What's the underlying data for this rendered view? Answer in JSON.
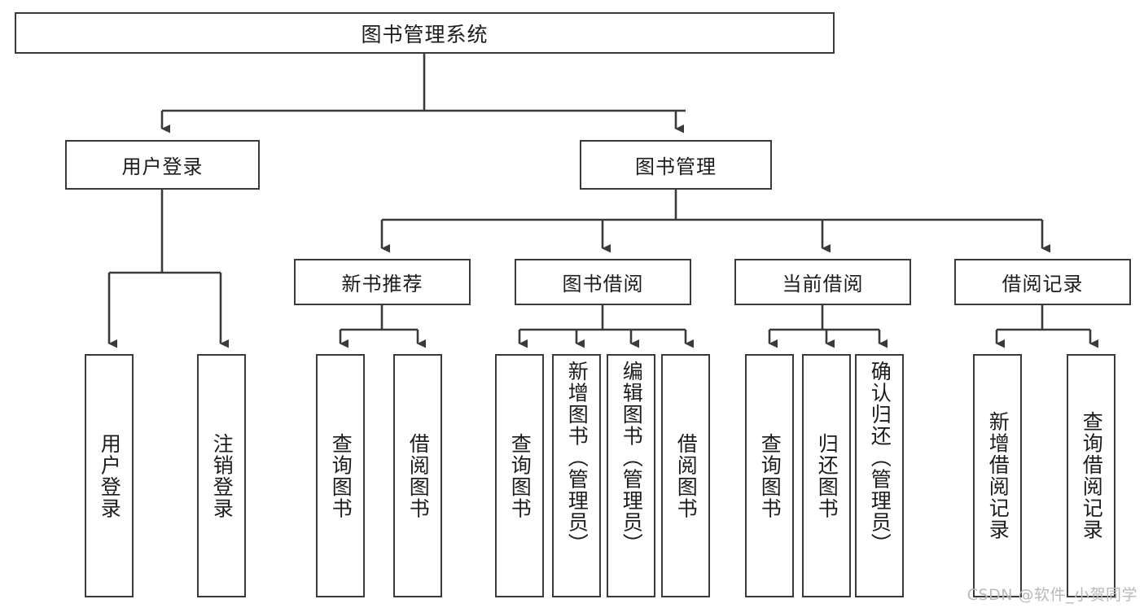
{
  "diagram": {
    "title": "图书管理系统",
    "type": "tree",
    "background": "#ffffff",
    "line_color": "#3a3a3a",
    "text_color": "#1c1c1c"
  },
  "root": {
    "label": "图书管理系统"
  },
  "level2": [
    {
      "label": "用户登录"
    },
    {
      "label": "图书管理"
    }
  ],
  "level3": [
    {
      "label": "新书推荐"
    },
    {
      "label": "图书借阅"
    },
    {
      "label": "当前借阅"
    },
    {
      "label": "借阅记录"
    }
  ],
  "leaves": {
    "user_login": [
      {
        "label": "用户登录"
      },
      {
        "label": "注销登录"
      }
    ],
    "new_book_recommend": [
      {
        "label": "查询图书"
      },
      {
        "label": "借阅图书"
      }
    ],
    "book_borrow": [
      {
        "label": "查询图书"
      },
      {
        "label": "新增图书（管理员）"
      },
      {
        "label": "编辑图书（管理员）"
      },
      {
        "label": "借阅图书"
      }
    ],
    "current_borrow": [
      {
        "label": "查询图书"
      },
      {
        "label": "归还图书"
      },
      {
        "label": "确认归还（管理员）"
      }
    ],
    "borrow_record": [
      {
        "label": "新增借阅记录"
      },
      {
        "label": "查询借阅记录"
      }
    ]
  },
  "watermark": {
    "text": "CSDN @软件_小贺同学"
  }
}
